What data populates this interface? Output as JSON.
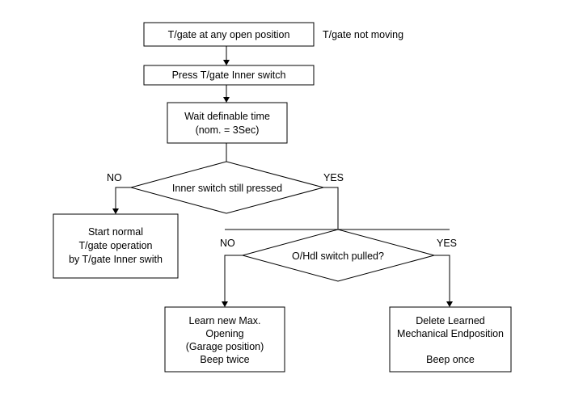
{
  "nodes": {
    "start": {
      "lines": [
        "T/gate at any open position"
      ]
    },
    "press": {
      "lines": [
        "Press T/gate Inner switch"
      ]
    },
    "wait": {
      "lines": [
        "Wait definable time",
        "(nom. = 3Sec)"
      ]
    },
    "decision_inner": {
      "lines": [
        "Inner switch still pressed"
      ]
    },
    "normal_op": {
      "lines": [
        "Start normal",
        "T/gate operation",
        "by T/gate Inner swith"
      ]
    },
    "decision_ohdl": {
      "lines": [
        "O/Hdl switch pulled?"
      ]
    },
    "learn": {
      "lines": [
        "Learn new Max.",
        "Opening",
        "(Garage position)",
        "Beep twice"
      ]
    },
    "delete": {
      "lines": [
        "Delete Learned",
        "Mechanical Endposition",
        "",
        "Beep once"
      ]
    }
  },
  "notes": {
    "not_moving": "T/gate not moving"
  },
  "branches": {
    "inner_no": "NO",
    "inner_yes": "YES",
    "ohdl_no": "NO",
    "ohdl_yes": "YES"
  }
}
